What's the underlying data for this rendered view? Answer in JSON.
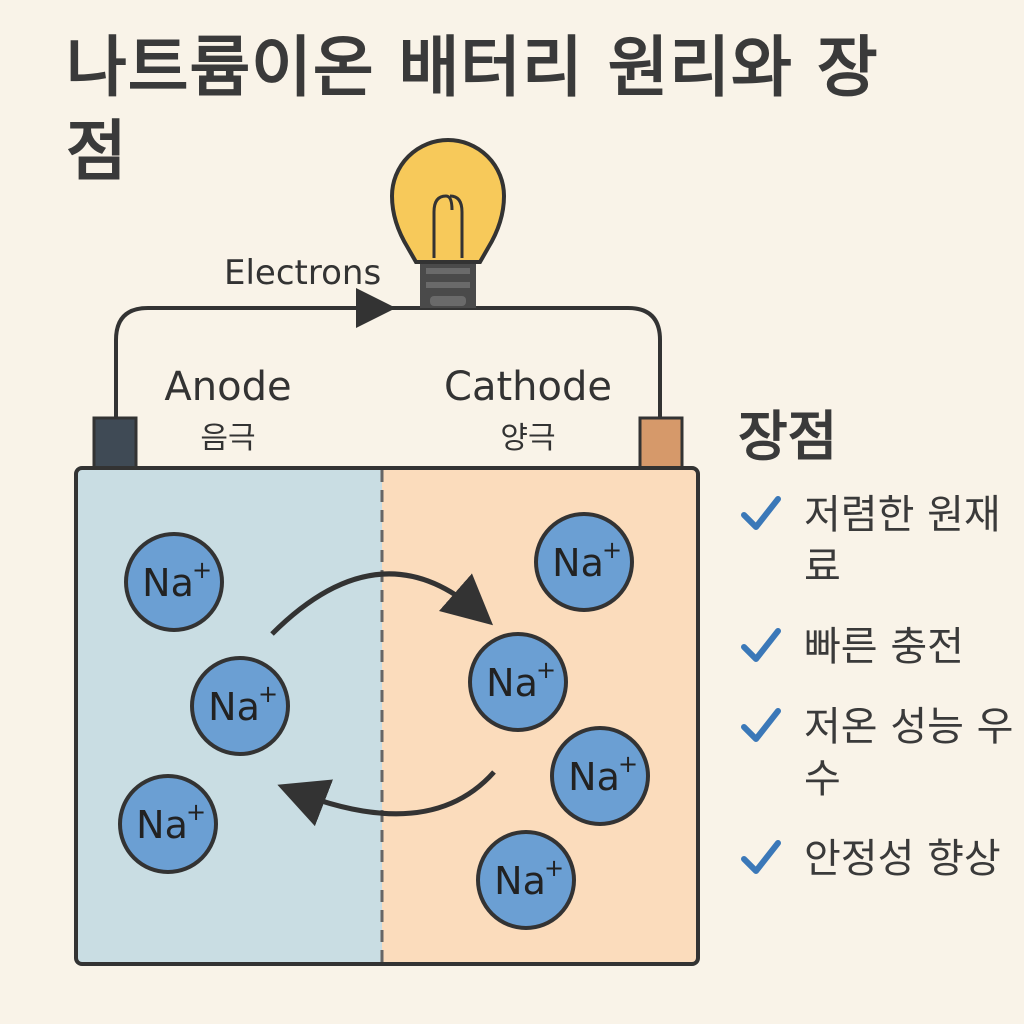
{
  "title": "나트륨이온 배터리 원리와 장점",
  "circuit": {
    "electrons_label": "Electrons"
  },
  "anode": {
    "label_en": "Anode",
    "label_ko": "음극",
    "color": "#c9dde3"
  },
  "cathode": {
    "label_en": "Cathode",
    "label_ko": "양극",
    "color": "#fbdcbc"
  },
  "ion_label": "Na",
  "ion_charge": "+",
  "ion_color": "#6b9fd3",
  "advantages": {
    "heading": "장점",
    "check_color": "#3b78b8",
    "items": [
      "저렴한 원재료",
      "빠른 충전",
      "저온 성능 우수",
      "안정성 향상"
    ]
  }
}
